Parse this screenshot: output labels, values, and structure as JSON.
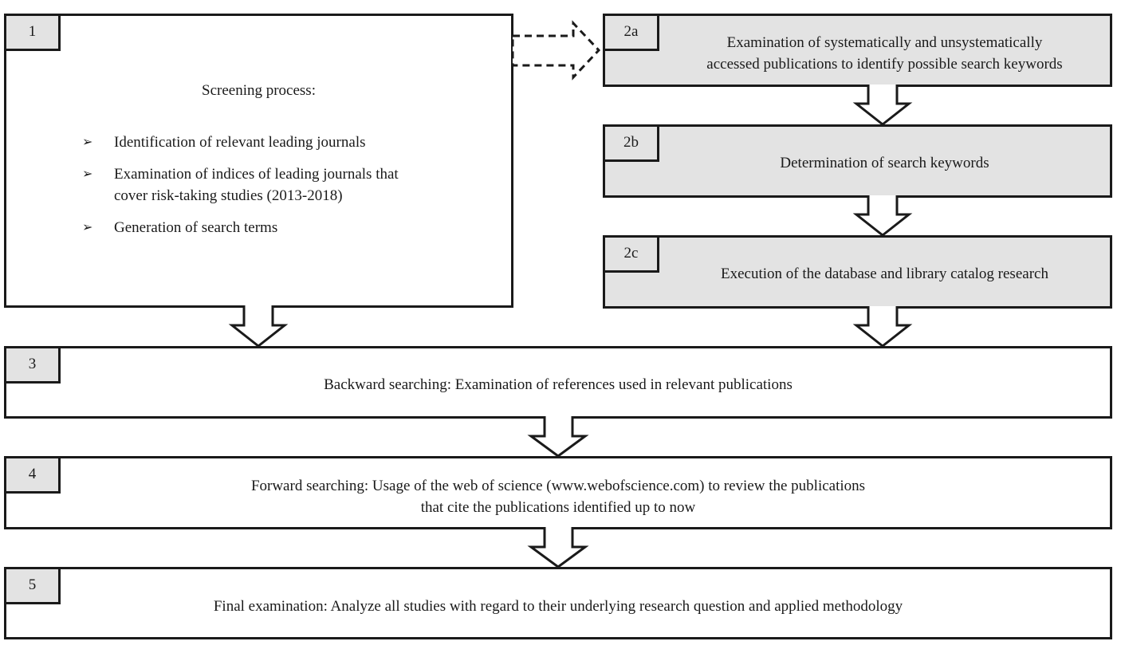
{
  "steps": {
    "s1": {
      "num": "1",
      "heading": "Screening process:",
      "items": [
        {
          "bullet": "➢",
          "text": "Identification of relevant leading journals"
        },
        {
          "bullet": "➢",
          "line1": "Examination  of indices of leading journals that",
          "line2": "cover risk-taking  studies (2013-2018)"
        },
        {
          "bullet": "➢",
          "text": "Generation of search terms"
        }
      ]
    },
    "s2a": {
      "num": "2a",
      "line1": "Examination  of systematically and unsystematically",
      "line2": "accessed publications to identify possible search keywords"
    },
    "s2b": {
      "num": "2b",
      "text": "Determination  of search keywords"
    },
    "s2c": {
      "num": "2c",
      "text": "Execution  of the database and library catalog research"
    },
    "s3": {
      "num": "3",
      "text": "Backward  searching: Examination  of references used in relevant publications"
    },
    "s4": {
      "num": "4",
      "line1": "Forward searching: Usage of the web of science (www.webofscience.com)  to review the publications",
      "line2": "that cite the publications identified up to now"
    },
    "s5": {
      "num": "5",
      "text": "Final examination:  Analyze all studies with regard to their underlying research question and applied methodology"
    }
  },
  "colors": {
    "stroke": "#1a1a1a",
    "shaded": "#e3e3e3",
    "background": "#ffffff"
  }
}
